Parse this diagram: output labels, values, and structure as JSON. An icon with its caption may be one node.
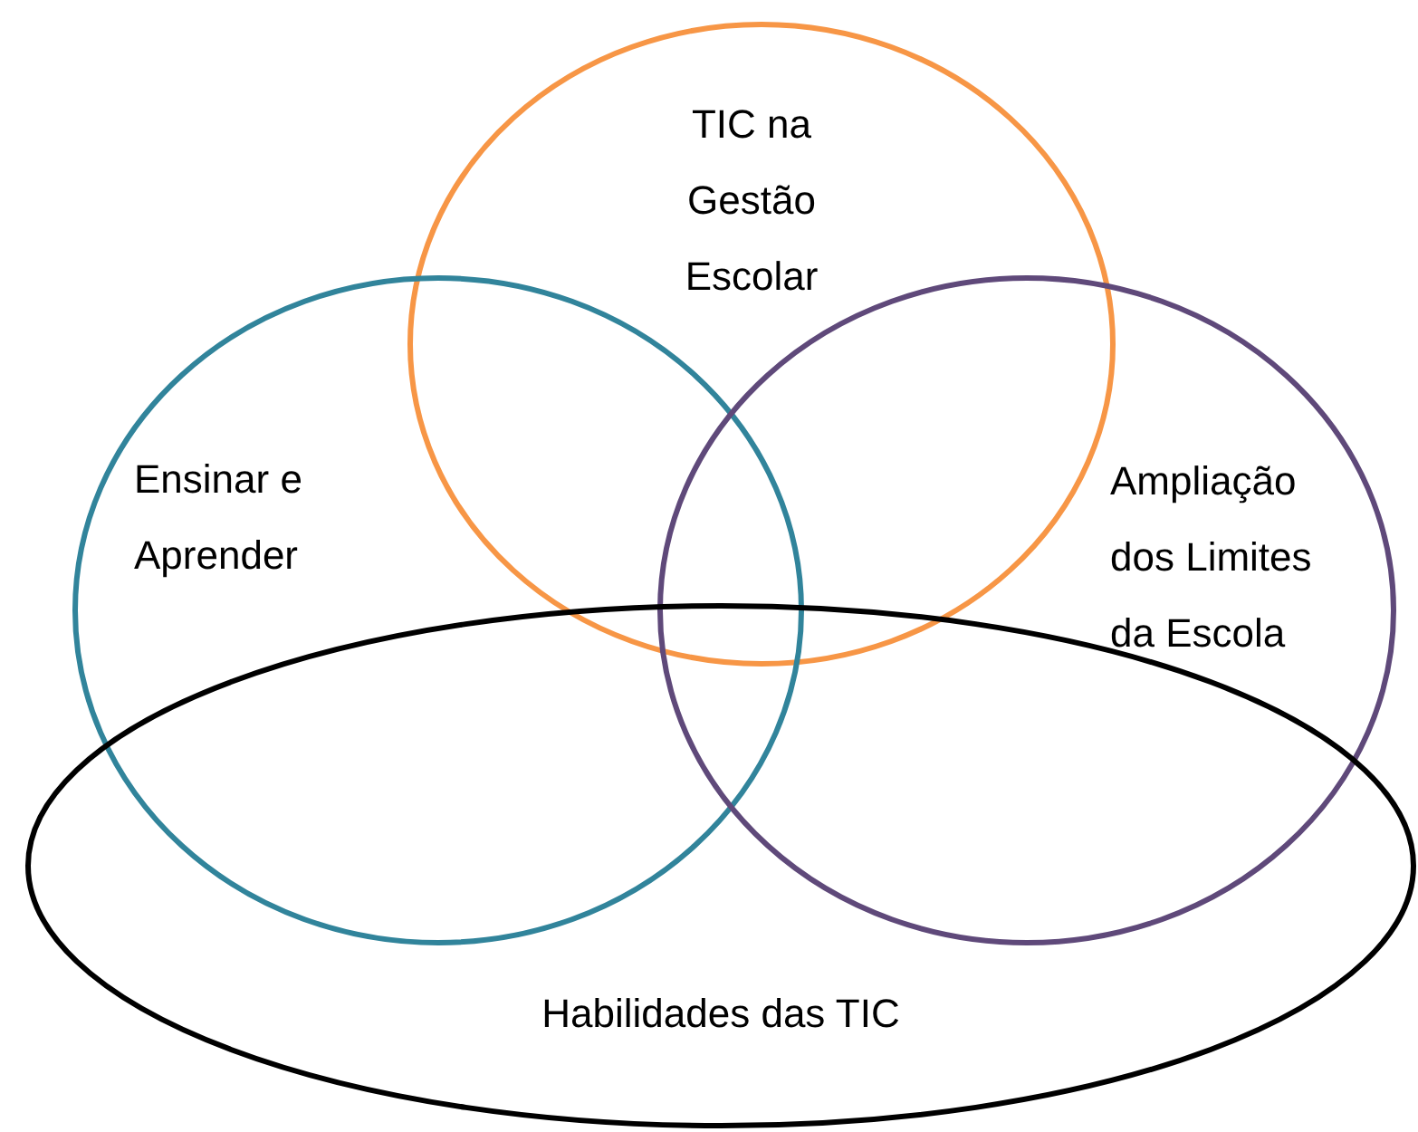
{
  "diagram": {
    "nodes": [
      {
        "text": [
          "TIC na Gestão Escolar"
        ]
      },
      {
        "text": [
          "Ensinar e Aprender"
        ]
      },
      {
        "text": [
          "Ampliação dos Limites da Escola"
        ]
      },
      {
        "text": [
          "Habilidades das TIC"
        ]
      }
    ]
  }
}
